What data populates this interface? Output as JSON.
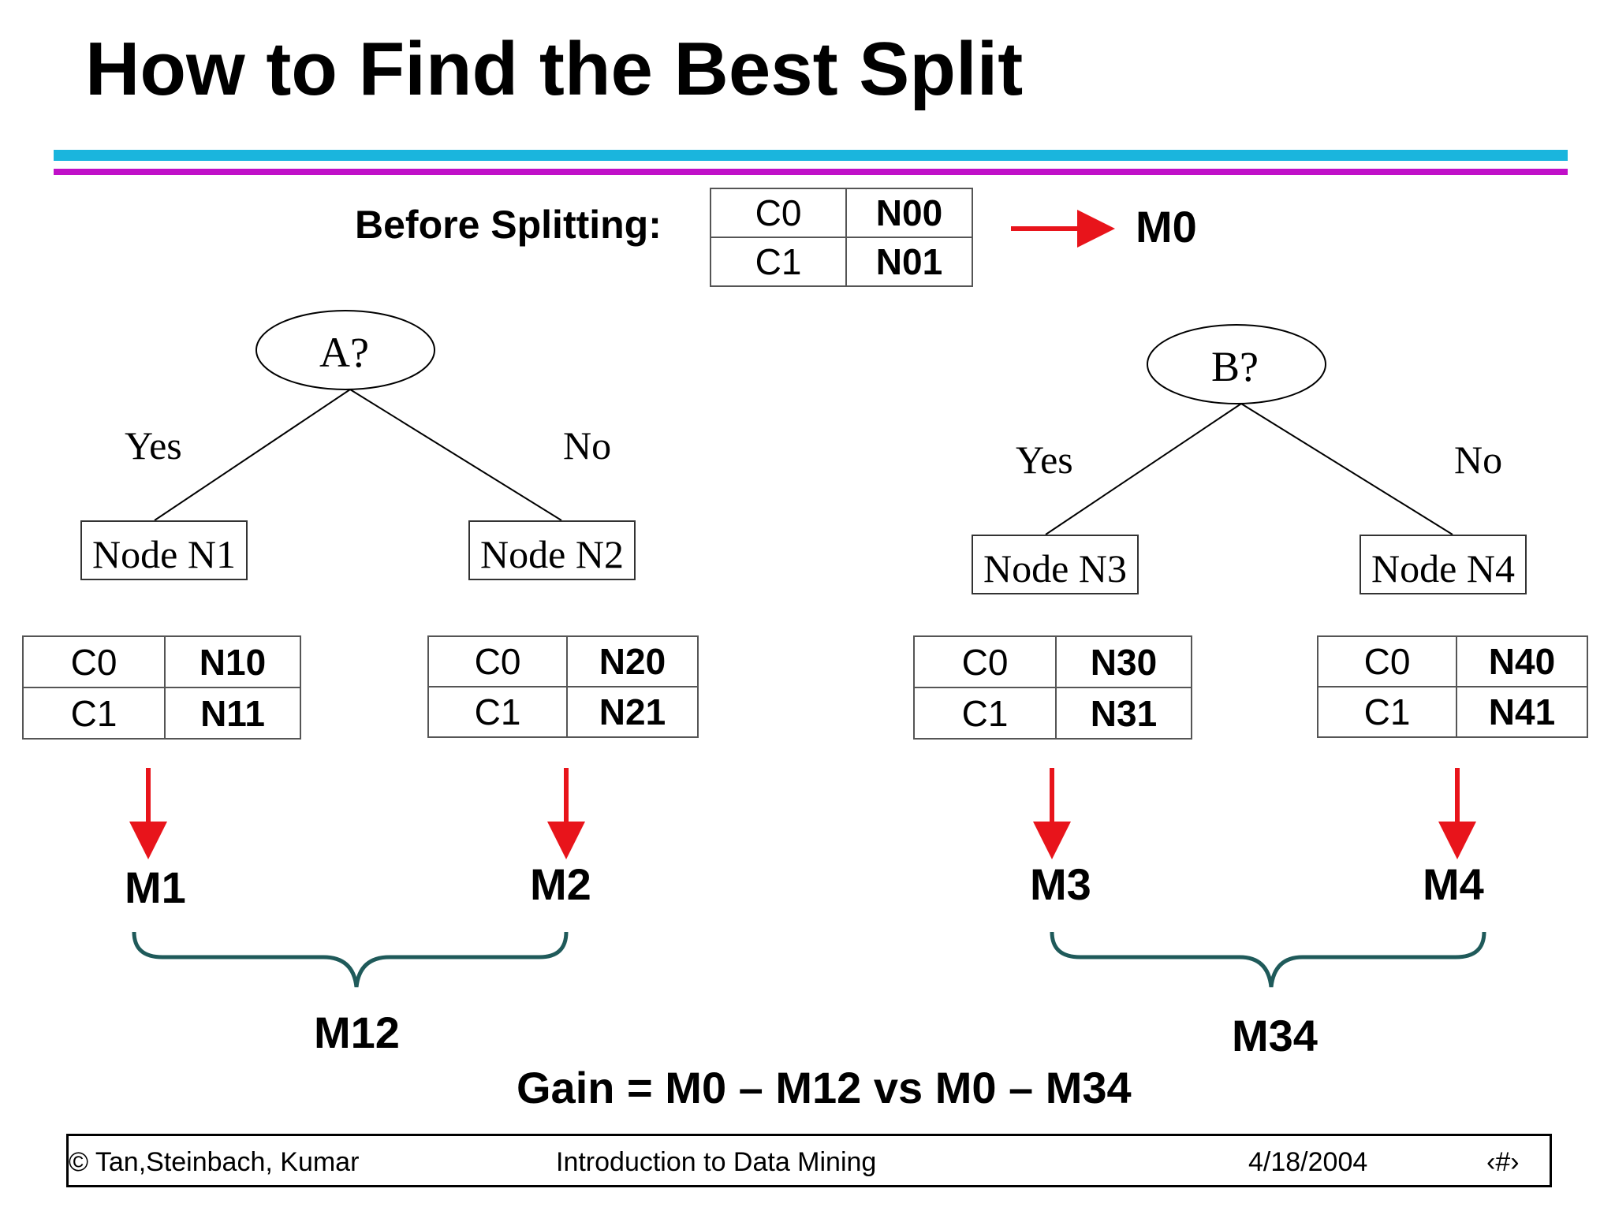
{
  "title": "How to Find the Best Split",
  "before_label": "Before Splitting:",
  "root_table": {
    "c0": "C0",
    "c1": "C1",
    "n0": "N00",
    "n1": "N01"
  },
  "m0": "M0",
  "trees": [
    {
      "question": "A?",
      "yes": "Yes",
      "no": "No",
      "left": {
        "node": "Node N1",
        "c0": "C0",
        "c1": "C1",
        "n0": "N10",
        "n1": "N11",
        "measure": "M1"
      },
      "right": {
        "node": "Node N2",
        "c0": "C0",
        "c1": "C1",
        "n0": "N20",
        "n1": "N21",
        "measure": "M2"
      },
      "combined": "M12"
    },
    {
      "question": "B?",
      "yes": "Yes",
      "no": "No",
      "left": {
        "node": "Node N3",
        "c0": "C0",
        "c1": "C1",
        "n0": "N30",
        "n1": "N31",
        "measure": "M3"
      },
      "right": {
        "node": "Node N4",
        "c0": "C0",
        "c1": "C1",
        "n0": "N40",
        "n1": "N41",
        "measure": "M4"
      },
      "combined": "M34"
    }
  ],
  "gain_text": "Gain = M0 – M12 vs  M0 – M34",
  "footer": {
    "authors": "© Tan,Steinbach, Kumar",
    "course": "Introduction to Data Mining",
    "date": "4/18/2004",
    "page": "‹#›"
  },
  "colors": {
    "arrow": "#e8141b",
    "brace": "#1f5a5a",
    "rule_top": "#1ab5dd",
    "rule_bottom": "#c010c8"
  }
}
